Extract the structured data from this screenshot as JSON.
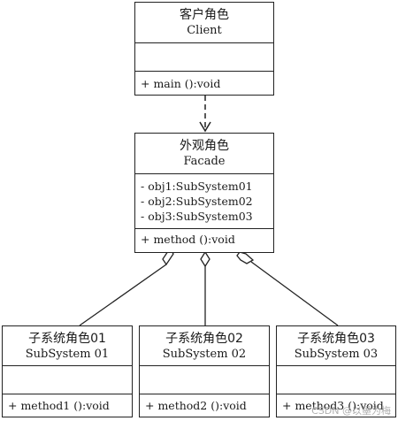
{
  "client": {
    "name_cn": "客户角色",
    "name_en": "Client",
    "operations": [
      "+ main ():void"
    ]
  },
  "facade": {
    "name_cn": "外观角色",
    "name_en": "Facade",
    "attributes": [
      "- obj1:SubSystem01",
      "- obj2:SubSystem02",
      "- obj3:SubSystem03"
    ],
    "operations": [
      "+ method ():void"
    ]
  },
  "subsystems": [
    {
      "name_cn": "子系统角色01",
      "name_en": "SubSystem  01",
      "operations": [
        "+ method1 ():void"
      ]
    },
    {
      "name_cn": "子系统角色02",
      "name_en": "SubSystem  02",
      "operations": [
        "+ method2 ():void"
      ]
    },
    {
      "name_cn": "子系统角色03",
      "name_en": "SubSystem  03",
      "operations": [
        "+ method3 ():void"
      ]
    }
  ],
  "watermark": "CSDN @以墨为梅"
}
